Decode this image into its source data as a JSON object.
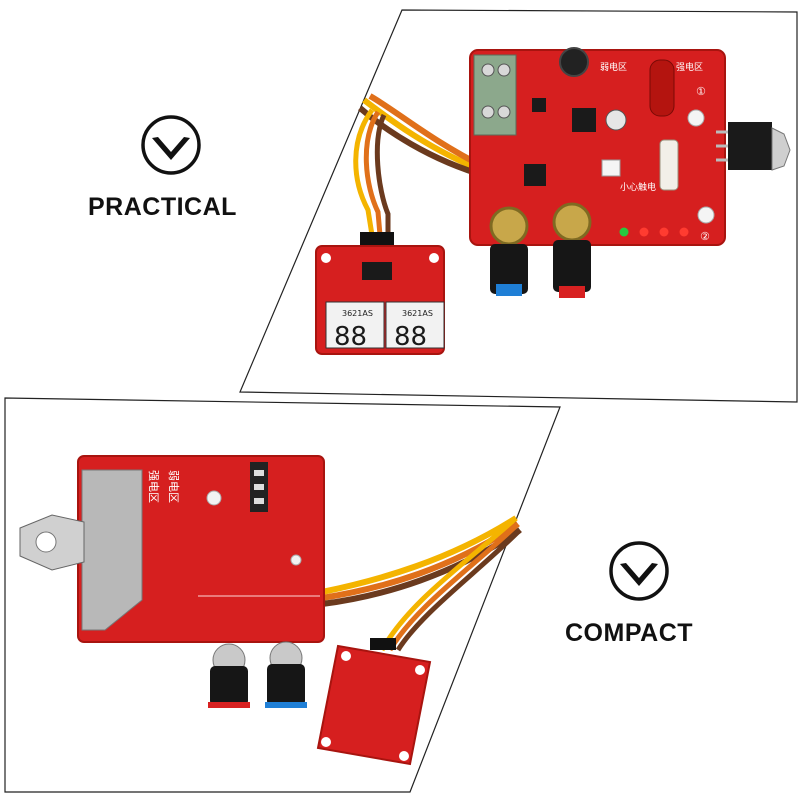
{
  "features": [
    {
      "label": "PRACTICAL",
      "icon": "chevron-down-circle-icon"
    },
    {
      "label": "COMPACT",
      "icon": "chevron-down-circle-icon"
    }
  ],
  "board": {
    "silkscreen_top": "弱电区",
    "silkscreen_label": "强电区",
    "silkscreen_touch": "小心触电",
    "marker_1": "①",
    "marker_2": "②",
    "display_model_left": "3621AS",
    "display_model_right": "3621AS",
    "display_left_value": "88",
    "display_right_value": "88"
  },
  "colors": {
    "board_red": "#d61f1f",
    "board_dark_red": "#a8140f",
    "wire_yellow": "#f4b400",
    "wire_orange": "#e0701a",
    "wire_brown": "#6b3a1e",
    "knob_black": "#161616",
    "knob_blue": "#1f7fd6",
    "knob_red": "#d82121",
    "terminal_green": "#8ca88c"
  }
}
